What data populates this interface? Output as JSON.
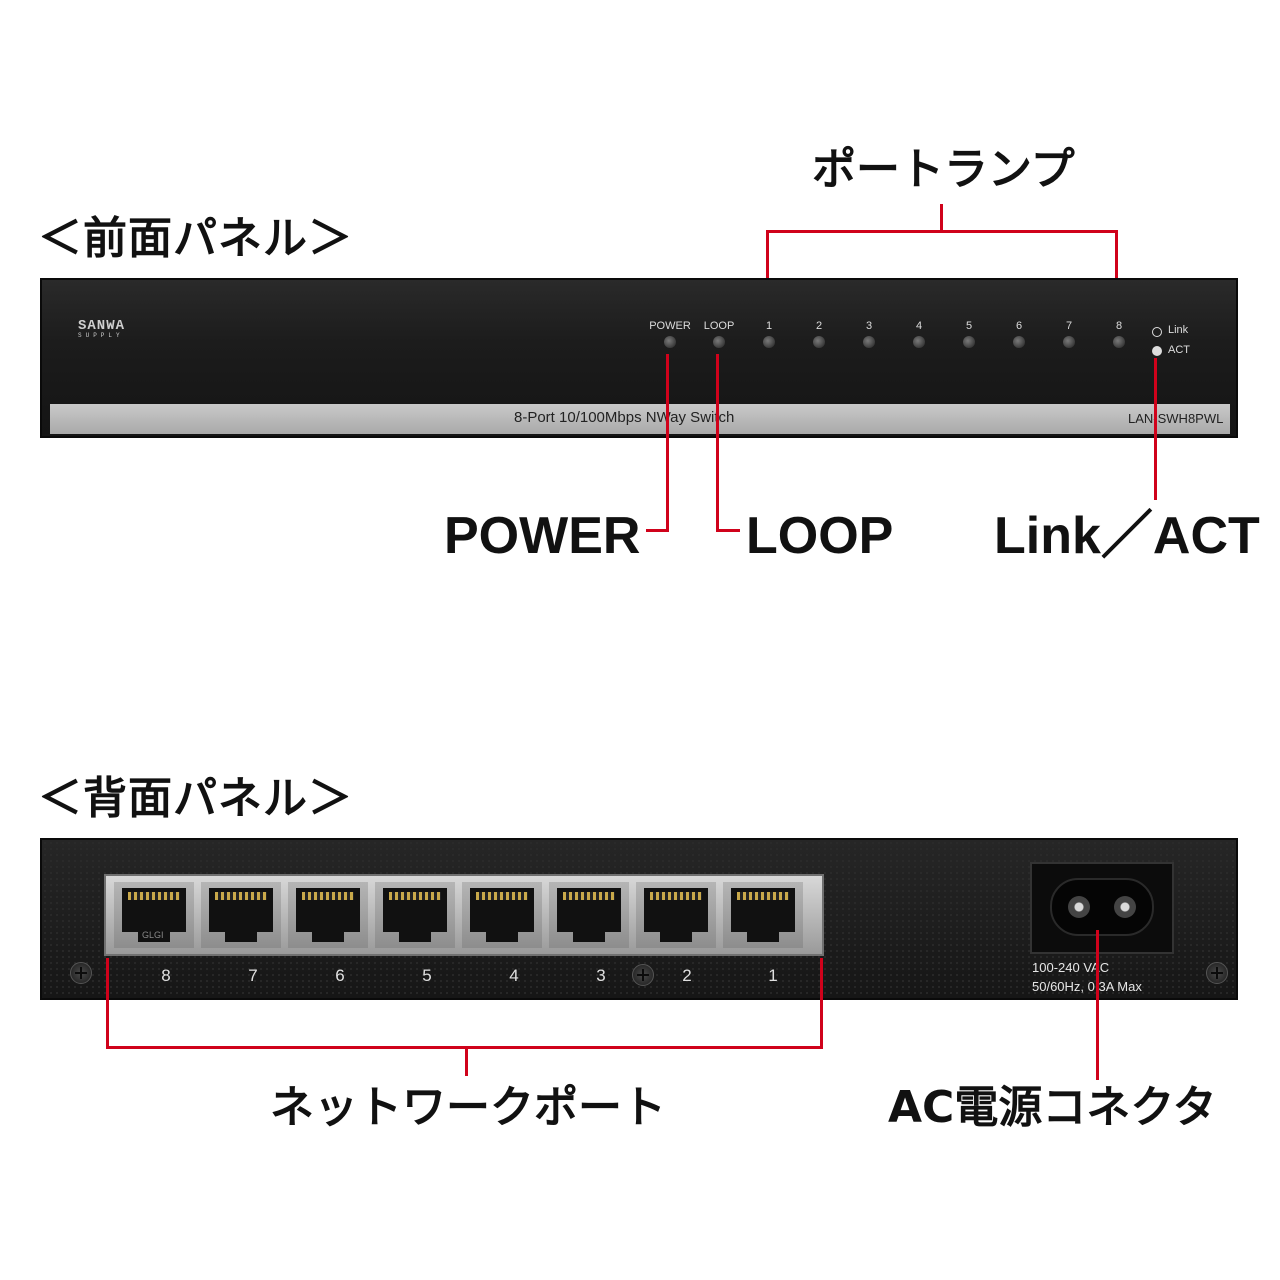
{
  "front": {
    "title": "＜前面パネル＞",
    "logo_line1": "SANWA",
    "logo_line2": "SUPPLY",
    "indicator_labels": [
      "POWER",
      "LOOP",
      "1",
      "2",
      "3",
      "4",
      "5",
      "6",
      "7",
      "8"
    ],
    "legend_link": "Link",
    "legend_act": "ACT",
    "strip_model_desc": "8-Port 10/100Mbps NWay Switch",
    "strip_model_no": "LAN-SWH8PWL",
    "callout_port_lamp": "ポートランプ",
    "callout_power": "POWER",
    "callout_loop": "LOOP",
    "callout_link_act": "Link／ACT"
  },
  "back": {
    "title": "＜背面パネル＞",
    "port_numbers": [
      "8",
      "7",
      "6",
      "5",
      "4",
      "3",
      "2",
      "1"
    ],
    "port_tag": "GLGI",
    "ac_spec_line1": "100-240 VAC",
    "ac_spec_line2": "50/60Hz, 0.3A Max",
    "callout_network_port": "ネットワークポート",
    "callout_ac": "AC電源コネクタ"
  },
  "colors": {
    "callout_line": "#d0021b",
    "panel": "#1c1c1c",
    "strip": "#b8b8b8"
  }
}
